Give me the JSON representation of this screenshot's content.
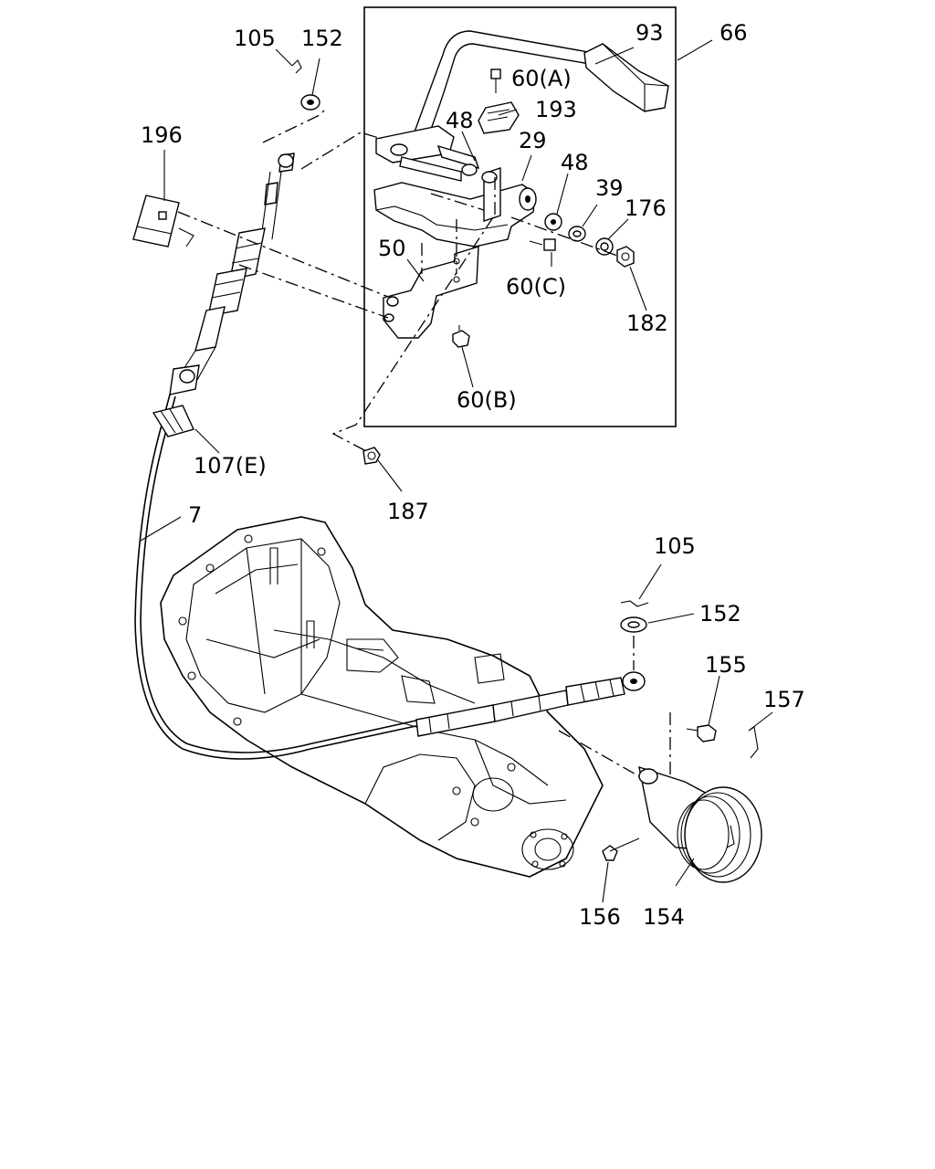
{
  "labels": {
    "p66": "66",
    "p93": "93",
    "p60a": "60(A)",
    "p193": "193",
    "p48a": "48",
    "p29": "29",
    "p48b": "48",
    "p39": "39",
    "p176": "176",
    "p50": "50",
    "p60c": "60(C)",
    "p182": "182",
    "p60b": "60(B)",
    "p105a": "105",
    "p152a": "152",
    "p196": "196",
    "p107e": "107(E)",
    "p187": "187",
    "p7": "7",
    "p105b": "105",
    "p152b": "152",
    "p155": "155",
    "p157": "157",
    "p156": "156",
    "p154": "154"
  }
}
